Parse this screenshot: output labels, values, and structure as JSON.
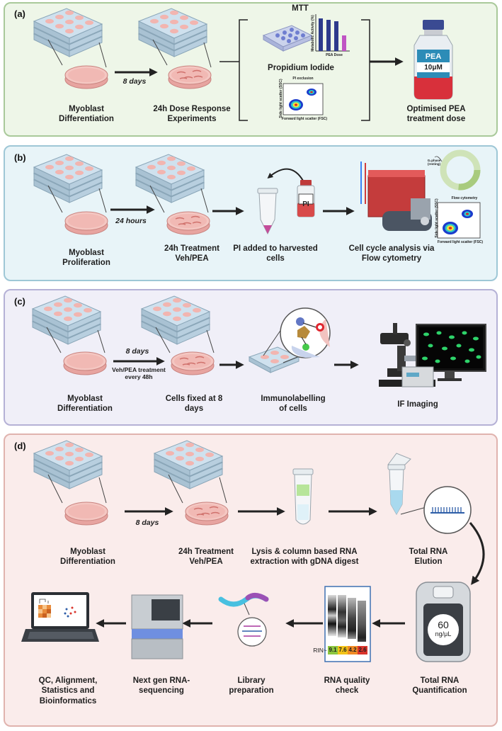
{
  "panels": [
    {
      "label": "(a)",
      "bg": "#eef6e8",
      "border": "#a9c99a"
    },
    {
      "label": "(b)",
      "bg": "#e8f4f8",
      "border": "#9ec7d6"
    },
    {
      "label": "(c)",
      "bg": "#f0eff8",
      "border": "#b5b1d6"
    },
    {
      "label": "(d)",
      "bg": "#faeceb",
      "border": "#e0b3ae"
    }
  ],
  "a": {
    "step1": "Myoblast\nDifferentiation",
    "time": "8 days",
    "step2": "24h Dose Response\nExperiments",
    "mtt": "MTT",
    "pi": "Propidium Iodide",
    "pi_plot_title": "PI exclusion",
    "pi_x": "Forward light scatter (FSC)",
    "pi_y": "Side light scatter (SSC)",
    "bar_x": "PEA Dose",
    "bar_y": "Metabolic Activity (%)",
    "vial_label": "PEA",
    "vial_conc": "10μM",
    "step3": "Optimised PEA\ntreatment dose"
  },
  "b": {
    "step1": "Myoblast\nProliferation",
    "time": "24 hours",
    "step2": "24h Treatment\nVeh/PEA",
    "vial_label": "PI",
    "step3": "PI added to harvested\ncells",
    "step4": "Cell cycle analysis via\nFlow cytometry",
    "fc_title": "Flow cytometry",
    "fc_x": "Forward light scatter (FSC)",
    "fc_y": "Side light scatter (SSC)",
    "cycle_label": "G₀phase\n(resting)"
  },
  "c": {
    "step1": "Myoblast\nDifferentiation",
    "time": "8 days",
    "time_note": "Veh/PEA treatment\nevery 48h",
    "step2": "Cells fixed at 8\ndays",
    "step3": "Immunolabelling\nof cells",
    "step4": "IF Imaging"
  },
  "d": {
    "step1": "Myoblast\nDifferentiation",
    "time": "8 days",
    "step2": "24h Treatment\nVeh/PEA",
    "step3": "Lysis & column based RNA\nextraction with gDNA digest",
    "step4": "Total RNA\nElution",
    "step5": "Total RNA\nQuantification",
    "nanodrop_value": "60",
    "nanodrop_unit": "ng/μL",
    "step6": "RNA quality\ncheck",
    "rin_label": "RIN~",
    "rin_values": [
      "9.1",
      "7.6",
      "4.2",
      "2.6"
    ],
    "rin_colors": [
      "#8cc63f",
      "#f2c318",
      "#f08a24",
      "#d9342b"
    ],
    "step7": "Library\npreparation",
    "step8": "Next gen RNA-\nsequencing",
    "step9": "QC, Alignment,\nStatistics and\nBioinformatics"
  }
}
